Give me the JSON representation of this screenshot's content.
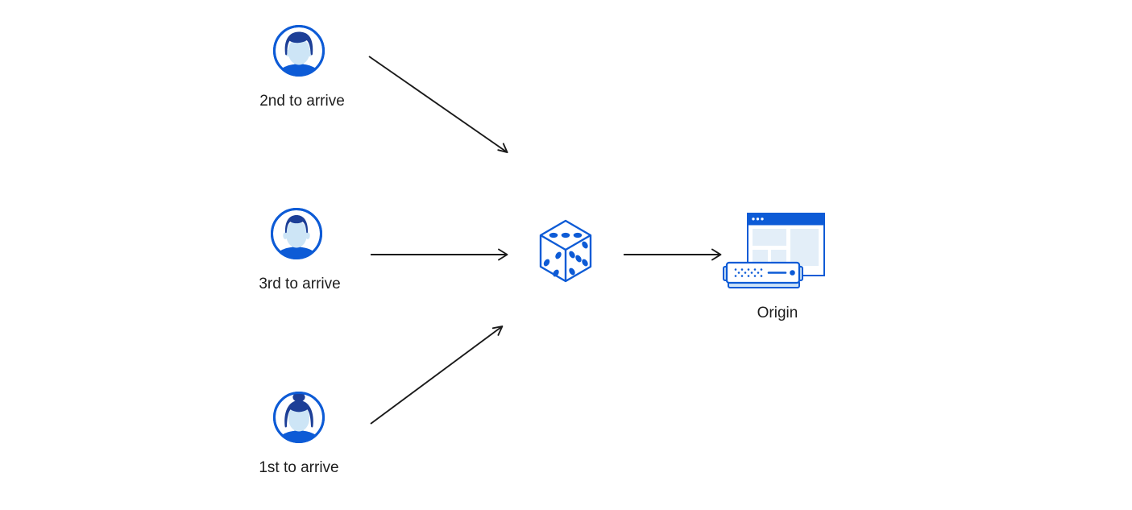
{
  "page": {
    "background": "#ffffff"
  },
  "colors": {
    "primary_blue": "#0d5bd6",
    "dark_blue": "#1d3f97",
    "light_blue": "#cde5f6",
    "pale_blue": "#e3eef8",
    "server_blue": "#cfe4f7",
    "arrow_black": "#1a1a1a",
    "text": "#1d1d1d",
    "bg": "#ffffff"
  },
  "nodes": {
    "visitor_second": {
      "label": "2nd to arrive",
      "icon": "user-avatar-icon"
    },
    "visitor_third": {
      "label": "3rd to arrive",
      "icon": "user-avatar-icon"
    },
    "visitor_first": {
      "label": "1st to arrive",
      "icon": "user-avatar-icon"
    },
    "random_selector": {
      "icon": "dice-icon"
    },
    "origin": {
      "label": "Origin",
      "icon": "origin-server-icon"
    }
  },
  "edges": [
    {
      "from": "visitor_second",
      "to": "random_selector"
    },
    {
      "from": "visitor_third",
      "to": "random_selector"
    },
    {
      "from": "visitor_first",
      "to": "random_selector"
    },
    {
      "from": "random_selector",
      "to": "origin"
    }
  ]
}
